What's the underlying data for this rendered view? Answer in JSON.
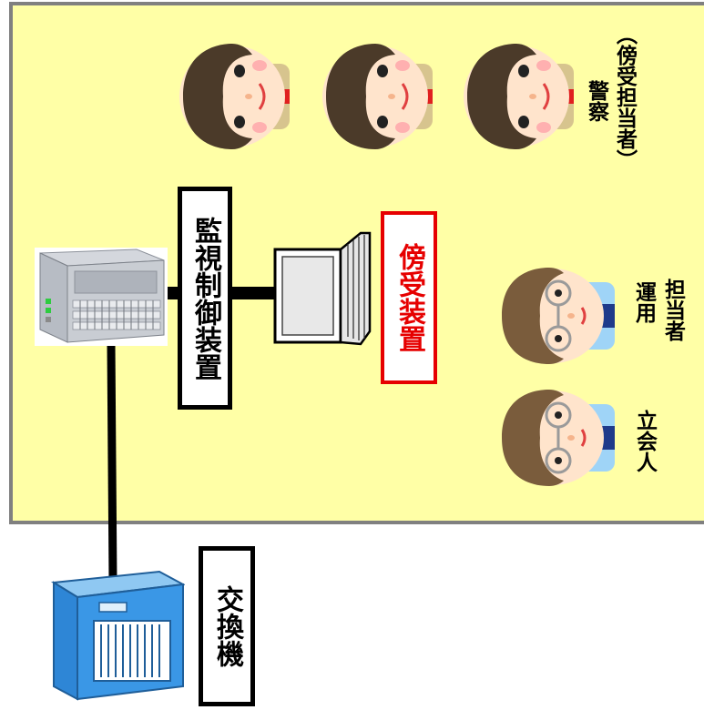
{
  "labels": {
    "monitor_control": "監視制御装置",
    "interception": "傍受装置",
    "switch": "交換機",
    "operator_line1": "運用",
    "operator_line2": "担当者",
    "witness": "立会人",
    "police_line1": "警察",
    "police_line2": "（傍受担当者）"
  },
  "colors": {
    "room_bg": "#ffffa6",
    "room_border": "#808080",
    "accent_red": "#e60000"
  }
}
